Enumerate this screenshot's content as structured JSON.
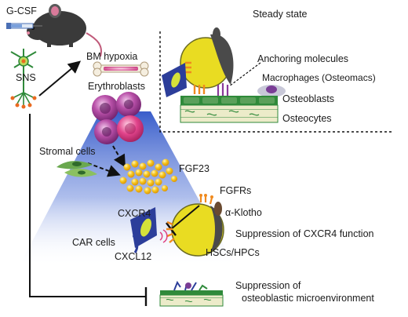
{
  "labels": {
    "gcsf": "G-CSF",
    "sns": "SNS",
    "bm_hypoxia": "BM hypoxia",
    "erythroblasts": "Erythroblasts",
    "steady_state": "Steady state",
    "anchoring_molecules": "Anchoring molecules",
    "macrophages": "Macrophages (Osteomacs)",
    "osteoblasts": "Osteoblasts",
    "osteocytes": "Osteocytes",
    "stromal_cells": "Stromal cells",
    "fgf23": "FGF23",
    "fgfrs": "FGFRs",
    "klotho": "α-Klotho",
    "cxcr4": "CXCR4",
    "car_cells": "CAR cells",
    "cxcl12": "CXCL12",
    "hscs": "HSCs/HPCs",
    "suppression_cxcr4": "Suppression of CXCR4 function",
    "suppression_osteo_line1": "Suppression of",
    "suppression_osteo_line2": "osteoblastic microenvironment"
  },
  "colors": {
    "gradient_blue": "#2f55c8",
    "erythroblast_purple": "#8a2f86",
    "erythroblast_pink": "#e2458c",
    "fgf23_yellow": "#f4c21c",
    "cell_yellow": "#e9dc22",
    "osteoblast_green": "#2f8a3a",
    "osteoblast_cream": "#ecebc9",
    "nucleus_gray": "#4a4a4a",
    "receptor_orange": "#f08a1e",
    "car_blue": "#2c3e9a",
    "macrophage_purple": "#7a3d96"
  }
}
